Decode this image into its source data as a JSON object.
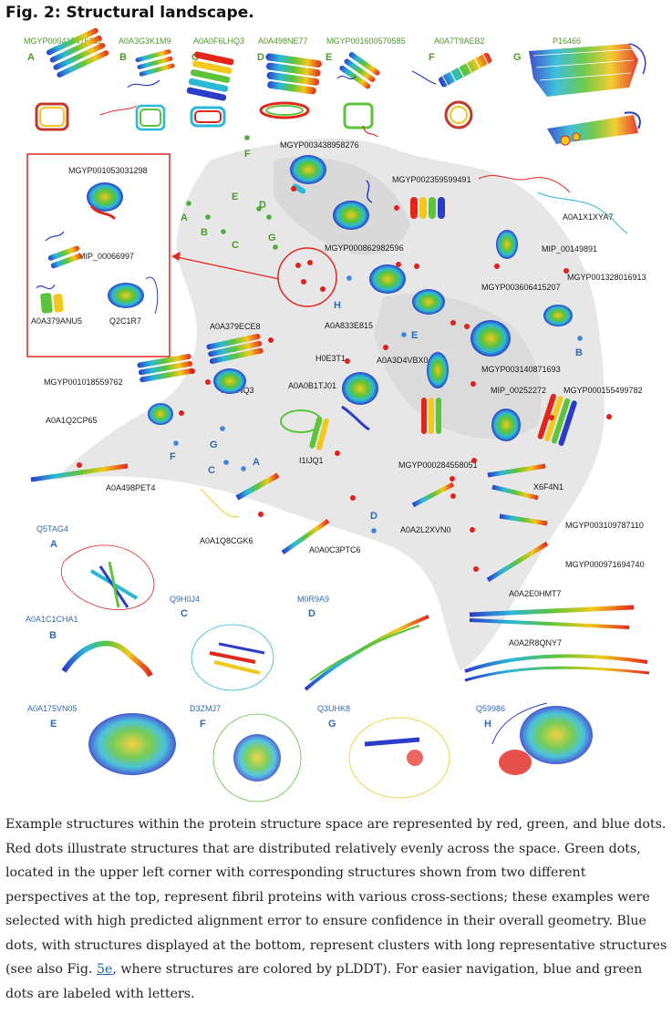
{
  "figure": {
    "title": "Fig. 2: Structural landscape.",
    "top_structures": [
      {
        "letter": "A",
        "id": "MGYP000417476362"
      },
      {
        "letter": "B",
        "id": "A0A3G3K1M9"
      },
      {
        "letter": "C",
        "id": "A0A0F6LHQ3"
      },
      {
        "letter": "D",
        "id": "A0A498NE77"
      },
      {
        "letter": "E",
        "id": "MGYP001600570585"
      },
      {
        "letter": "F",
        "id": "A0A7T9AEB2"
      },
      {
        "letter": "G",
        "id": "P16466"
      }
    ],
    "inset_labels": [
      "MGYP001053031298",
      "MIP_00066997",
      "A0A379ANU5",
      "Q2C1R7"
    ],
    "map_labels": [
      "MGYP003438958276",
      "MGYP002359599491",
      "A0A1X1XYA7",
      "MGYP000862982596",
      "MIP_00149891",
      "MGYP001328016913",
      "MGYP003606415207",
      "A0A833E815",
      "A0A379ECE8",
      "H0E3T1",
      "A0A3D4VBX0",
      "MGYP003140871693",
      "MGYP001018559762",
      "A0A0B1TJ01",
      "A9ENQ3",
      "MIP_00252272",
      "MGYP000155499782",
      "A0A1Q2CP65",
      "I1IJQ1",
      "MGYP000284558051",
      "X6F4N1",
      "A0A498PET4",
      "A0A1Q8CGK6",
      "A0A0C3PTC6",
      "A0A2L2XVN0",
      "MGYP003109787110",
      "MGYP000971694740",
      "A0A2E0HMT7",
      "A0A2R8QNY7"
    ],
    "green_dot_letters": [
      "A",
      "B",
      "C",
      "D",
      "E",
      "F",
      "G"
    ],
    "blue_dot_letters": [
      "A",
      "B",
      "C",
      "D",
      "E",
      "F",
      "G",
      "H"
    ],
    "bottom_structures": [
      {
        "letter": "A",
        "id": "Q5TAG4"
      },
      {
        "letter": "B",
        "id": "A0A1C1CHA1"
      },
      {
        "letter": "C",
        "id": "Q9H0J4"
      },
      {
        "letter": "D",
        "id": "M0R9A9"
      },
      {
        "letter": "E",
        "id": "A0A175VN05"
      },
      {
        "letter": "F",
        "id": "D3ZMJ7"
      },
      {
        "letter": "G",
        "id": "Q3UHK8"
      },
      {
        "letter": "H",
        "id": "Q59986"
      }
    ],
    "colors": {
      "red_dot": "#e0201c",
      "green_dot": "#4caf3a",
      "blue_dot": "#3a86d8",
      "cloud": "#e4e4e4"
    }
  },
  "caption": {
    "part1": "Example structures within the protein structure space are represented by red, green, and blue dots. Red dots illustrate structures that are distributed relatively evenly across the space. Green dots, located in the upper left corner with corresponding structures shown from two different perspectives at the top, represent fibril proteins with various cross-sections; these examples were selected with high predicted alignment error to ensure confidence in their overall geometry. Blue dots, with structures displayed at the bottom, represent clusters with long representative structures (see also Fig. ",
    "link": "5e",
    "part2": ", where structures are colored by pLDDT). For easier navigation, blue and green dots are labeled with letters."
  }
}
